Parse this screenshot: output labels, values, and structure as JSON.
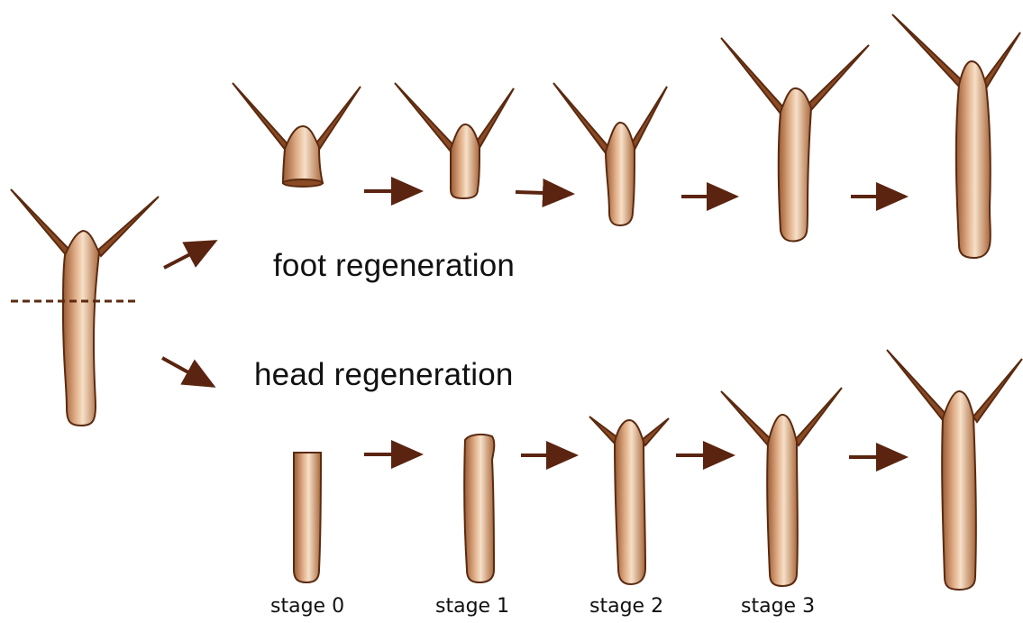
{
  "labels": {
    "foot_regeneration": "foot regeneration",
    "head_regeneration": "head regeneration"
  },
  "stages": [
    "stage 0",
    "stage 1",
    "stage 2",
    "stage 3"
  ],
  "colors": {
    "body_fill": "#c98a5c",
    "body_light": "#f4dcc4",
    "outline": "#5a2a10",
    "arrow": "#5a2410",
    "cut_line": "#5a2a10"
  }
}
